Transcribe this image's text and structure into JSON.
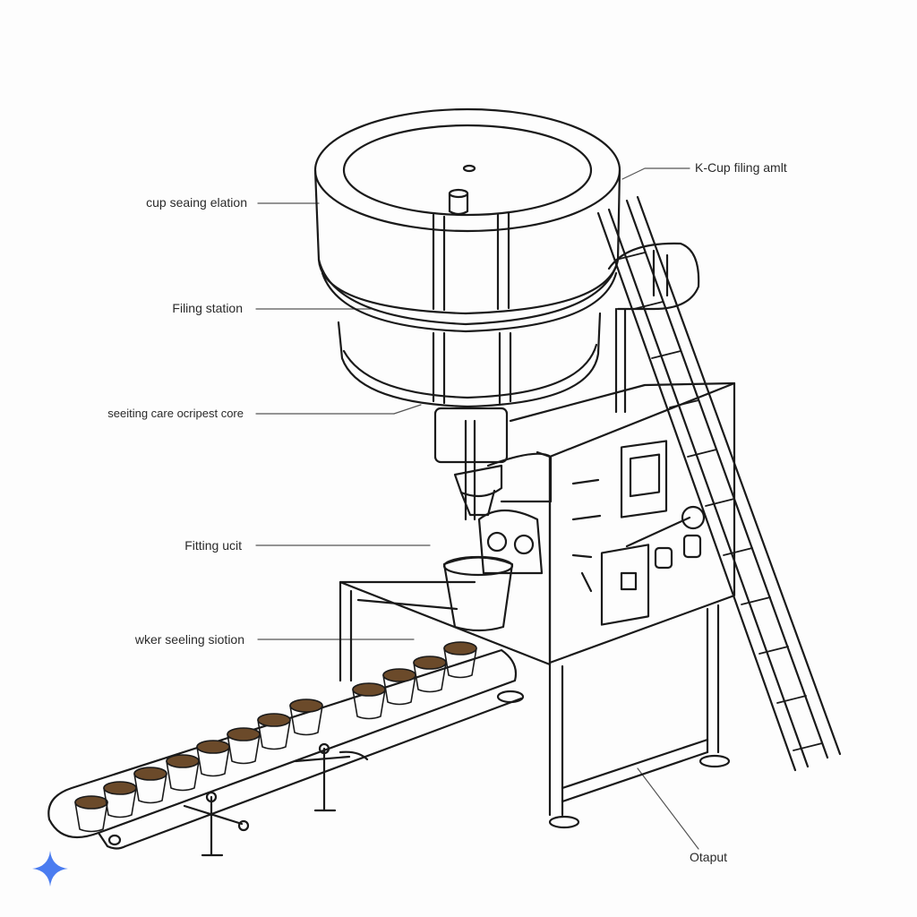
{
  "diagram": {
    "labels": {
      "cup_sealing_station": "cup seaing elation",
      "filling_station": "Filing station",
      "sealing_core": "seeiting care ocripest core",
      "filling_unit": "Fitting ucit",
      "lower_sealing_station": "wker seeling siotion",
      "kcup_filling_unit": "K-Cup filing amlt",
      "output": "Otaput"
    },
    "colors": {
      "line": "#1a1a1a",
      "leader": "#555555",
      "coffee": "#6b4a2a",
      "sparkle": "#4a7cf0"
    }
  }
}
